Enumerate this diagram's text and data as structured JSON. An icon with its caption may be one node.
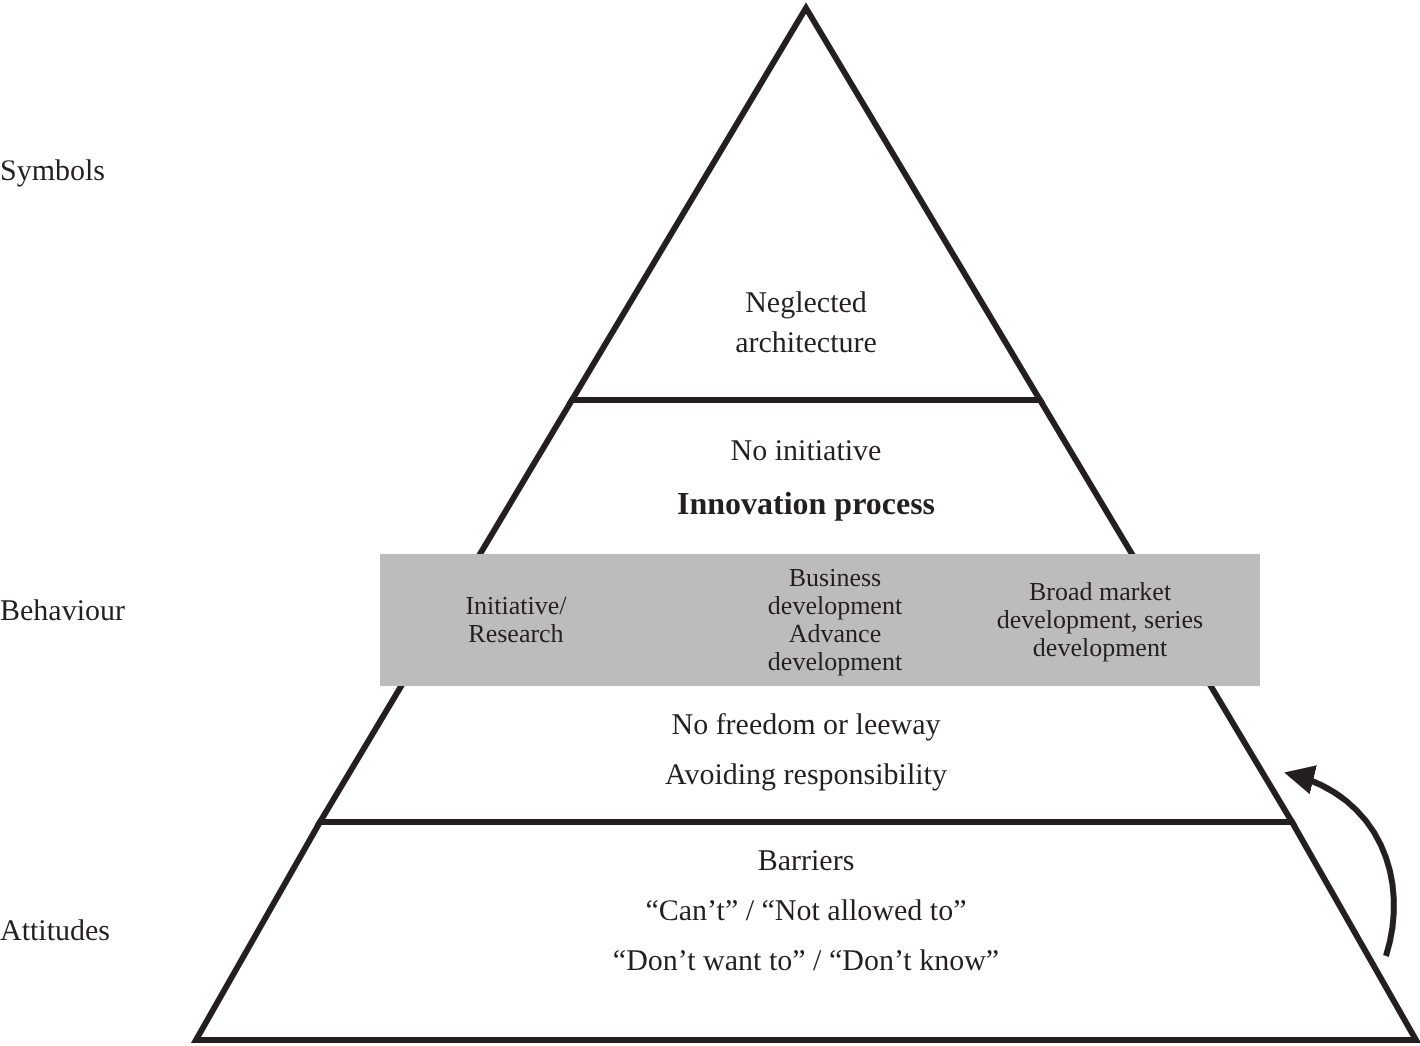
{
  "diagram": {
    "nodes": [
      {
        "text": [
          "Neglected architecture"
        ]
      },
      {
        "text": [
          "No initiative",
          "Innovation process",
          "No freedom or leeway",
          "Avoiding responsibility"
        ]
      },
      {
        "text": [
          "Barriers",
          "“Can’t” / “Not allowed to”",
          "“Don’t want to” / “Don’t know”"
        ]
      },
      {
        "text": [
          "Initiative/ Research",
          "Business development Advance development",
          "Broad market development, series development"
        ],
        "in": 1
      }
    ],
    "edges": [
      {
        "from": 2,
        "to": 1,
        "arrow": "to"
      }
    ],
    "labels": [
      "Symbols",
      "Behaviour",
      "Attitudes"
    ]
  }
}
